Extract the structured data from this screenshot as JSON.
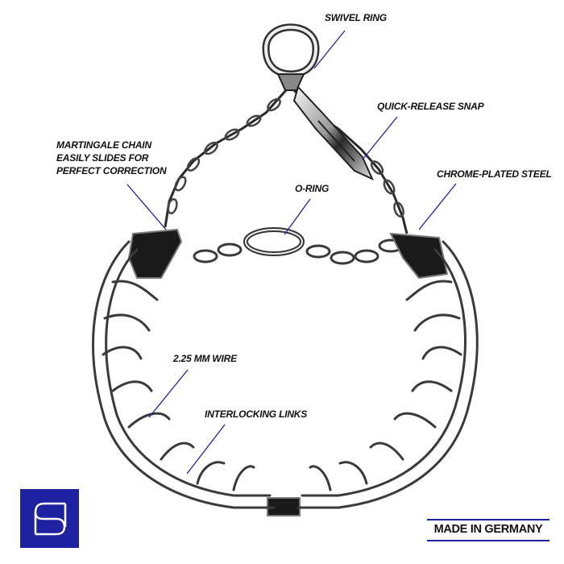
{
  "callouts": {
    "swivel_ring": "SWIVEL RING",
    "quick_release_snap": "QUICK-RELEASE SNAP",
    "martingale_chain": [
      "MARTINGALE CHAIN",
      "EASILY SLIDES FOR",
      "PERFECT CORRECTION"
    ],
    "chrome_plated_steel": "CHROME-PLATED STEEL",
    "o_ring": "O-RING",
    "wire_gauge": "2.25 MM WIRE",
    "interlocking_links": "INTERLOCKING LINKS"
  },
  "badge": {
    "made_in": "MADE IN GERMANY"
  },
  "colors": {
    "accent": "#1e22a0",
    "text": "#111111",
    "background": "#ffffff",
    "steel_dark": "#1a1a1a",
    "steel_light": "#d9d9d9"
  }
}
